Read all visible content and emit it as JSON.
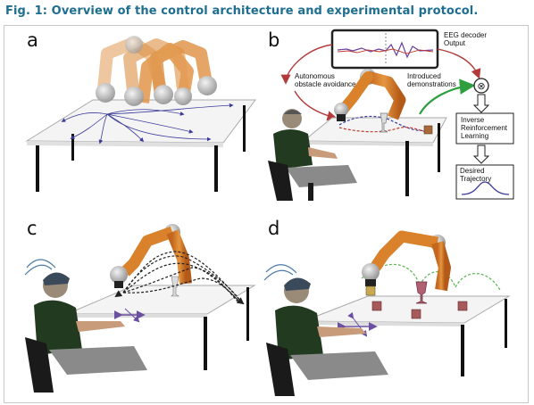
{
  "figure": {
    "title": "Fig. 1: Overview of the control architecture and experimental protocol."
  },
  "panels": {
    "a": {
      "label": "a"
    },
    "b": {
      "label": "b",
      "eeg_label_line1": "EEG decoder",
      "eeg_label_line2": "Output",
      "autonomous_line1": "Autonomous",
      "autonomous_line2": "obstacle avoidance",
      "introduced_line1": "Introduced",
      "introduced_line2": "demonstrations",
      "irl_line1": "Inverse",
      "irl_line2": "Reinforcement",
      "irl_line3": "Learning",
      "desired_line1": "Desired",
      "desired_line2": "Trajectory",
      "combine_symbol": "⊗"
    },
    "c": {
      "label": "c"
    },
    "d": {
      "label": "d"
    }
  },
  "colors": {
    "title": "#1e6e90",
    "robot_orange": "#d9822b",
    "robot_grey": "#b5b5b5",
    "trajectory_blue": "#3b3b9a",
    "trajectory_red": "#c0392b",
    "trajectory_green": "#5ab552",
    "arrow_red": "#b23a3a",
    "arrow_green": "#2e9e3e"
  }
}
